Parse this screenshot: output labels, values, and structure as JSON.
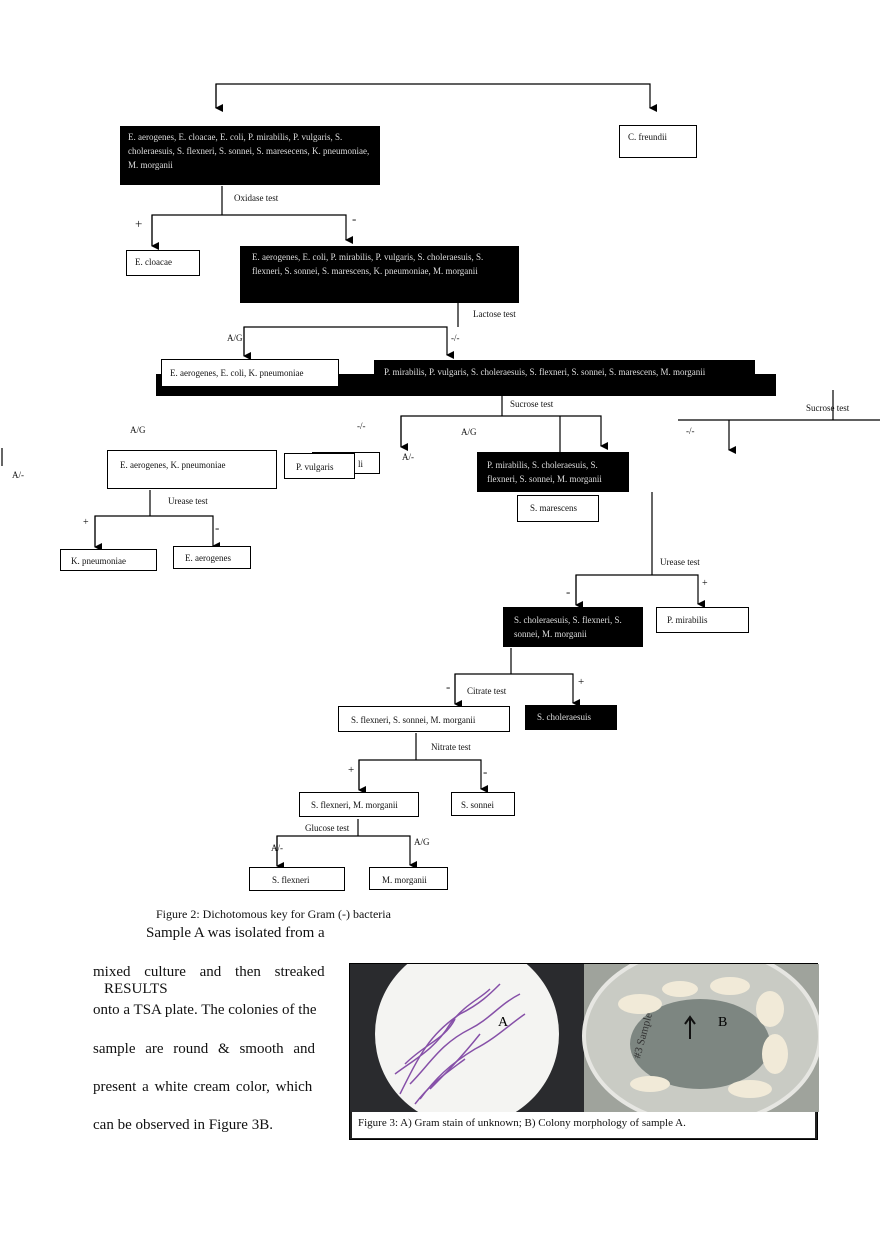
{
  "key": {
    "n_root_left": "E. aerogenes, E. cloacae, E. coli, P. mirabilis, P. vulgaris, S. choleraesuis, S. flexneri, S. sonnei, S. maresecens, K. pneumoniae, M. morganii",
    "n_cfreundii": "C. freundii",
    "t_oxidase": "Oxidase test",
    "s_ox_plus": "+",
    "s_ox_minus": "-",
    "n_ecloacae": "E. cloacae",
    "n_ox_neg": "E. aerogenes, E. coli, P. mirabilis, P. vulgaris, S. choleraesuis, S. flexneri, S. sonnei, S. marescens, K. pneumoniae, M. morganii",
    "t_lactose": "Lactose test",
    "s_lac_ag": "A/G",
    "s_lac_neg": "-/-",
    "n_lac_ag": "E. aerogenes, E. coli, K. pneumoniae",
    "n_lac_neg": "P. mirabilis, P. vulgaris, S. choleraesuis, S. flexneri, S. sonnei, S. marescens, M. morganii",
    "t_sucrose": "Sucrose test",
    "t_sucrose_right": "Sucrose test",
    "s_suc_neg": "-/-",
    "s_suc_ag": "A/G",
    "s_suc_aneg": "A/-",
    "s_left_ag": "A/G",
    "s_left_aneg": "A/-",
    "s_right_neg": "-/-",
    "n_eaer_kpn": "E. aerogenes, K. pneumoniae",
    "n_pvulgaris": "P. vulgaris",
    "n_hidden_li": "li",
    "n_suc_ag": "P. mirabilis, S. choleraesuis, S. flexneri, S. sonnei, M. morganii",
    "n_smarescens": "S. marescens",
    "t_urease_left": "Urease test",
    "s_ur_plus": "+",
    "s_ur_minus": "-",
    "n_kpneumoniae": "K. pneumoniae",
    "n_eaerogenes": "E. aerogenes",
    "t_urease_right": "Urease test",
    "s_ur2_minus": "-",
    "s_ur2_plus": "+",
    "n_ur2_neg": "S. choleraesuis, S. flexneri, S. sonnei, M. morganii",
    "n_pmirabilis": "P. mirabilis",
    "t_citrate": "Citrate test",
    "s_cit_minus": "-",
    "s_cit_plus": "+",
    "n_cit_neg": "S. flexneri, S. sonnei, M. morganii",
    "n_schol": "S. choleraesuis",
    "t_nitrate": "Nitrate test",
    "s_nit_plus": "+",
    "s_nit_minus": "-",
    "n_flex_morg": "S. flexneri, M. morganii",
    "n_ssonnei": "S. sonnei",
    "t_glucose": "Glucose test",
    "s_glu_aneg": "A/-",
    "s_glu_ag": "A/G",
    "n_sflexneri": "S. flexneri",
    "n_mmorganii": "M. morganii"
  },
  "figure2_caption": "Figure 2: Dichotomous key for Gram (-) bacteria",
  "text": {
    "line1": "Sample A was isolated from a",
    "line2": "mixed culture and then streaked",
    "heading": "RESULTS",
    "line3": "onto a TSA plate. The colonies of the",
    "line4": "sample are round & smooth and",
    "line5": "present a white cream color, which",
    "line6": "can be observed in Figure 3B."
  },
  "figure3": {
    "label_a": "A",
    "label_b": "B",
    "plate_writing": "#3 Sample",
    "caption": "Figure 3: A) Gram stain of unknown; B) Colony morphology of sample A."
  }
}
